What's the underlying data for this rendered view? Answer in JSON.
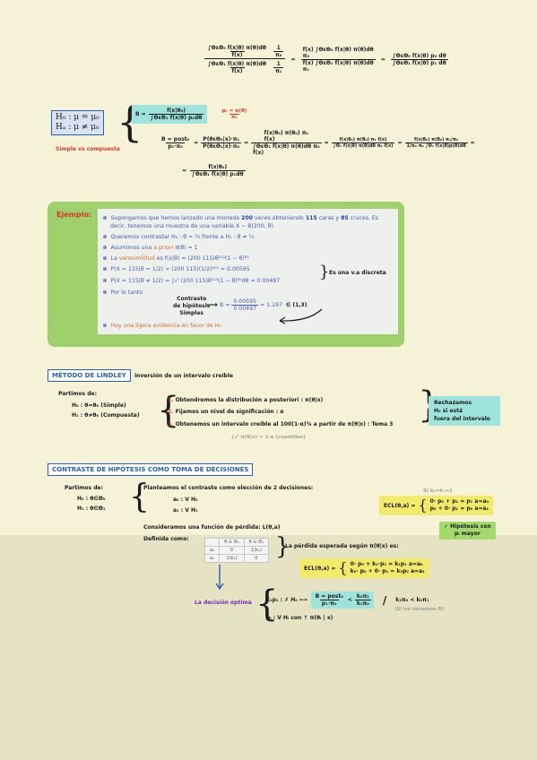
{
  "top": {
    "f1_num": "∫ΘεΘ₀ f(x|θ) π(θ)dθ",
    "f1_den": "f(x)",
    "f1_k_num": "1",
    "f1_k_den": "π₀",
    "f2_num": "∫ΘεΘ₁ f(x|θ) π(θ)dθ",
    "f2_den": "f(x)",
    "f2_k_num": "1",
    "f2_k_den": "π₁",
    "eq1": "=",
    "r1_num": "f(x) ∫ΘεΘ₀ f(x|θ) π(θ)dθ",
    "r1_num2": "π₀",
    "r1_den": "f(x) ∫ΘεΘ₁ f(x|θ) π(θ)dθ",
    "r1_den2": "π₁",
    "eq2": "=",
    "r2_num": "∫ΘεΘ₀ f(x|θ) p₀ dθ",
    "r2_den": "∫ΘεΘ₁ f(x|θ) p₁ dθ"
  },
  "hyp": {
    "h0": "H₀ : μ = μ₀",
    "ha": "Hₐ : μ ≠ μ₀",
    "simple_label": "Simple vs compuesta",
    "b_lhs": "B =",
    "b_num": "f(x|θ₀)",
    "b_den": "∫ΘεΘ₁ f(x|θ) p₁dθ",
    "p1": "p₁ = π(θ)",
    "p1_den": "π₁",
    "b2_lhs": "B = post₀",
    "b2_lhs_den": "p₁·π₀",
    "b2_eq": "=",
    "b2_mid_num": "P(θεΘ₀|x)·π₁",
    "b2_mid_den": "P(θεΘ₁|x)·π₀",
    "b2_frac_num": "f(x|θ₀) π(θ₀) π₁",
    "b2_frac_num_den": "f(x)",
    "b2_frac_den": "∫ΘεΘ₁ f(x|θ) π(θ)dθ π₀",
    "b2_frac_den_den": "f(x)",
    "b2_r_num": "f(x|θ₀) π(θ₀) π₁ f(x)",
    "b2_r_den": "∫Θ₁ f(x|θ) π(θ)dθ π₀ f(x)",
    "b2_rr_num": "f(x|θ₀) π(θ₀) π₁/π₀",
    "b2_rr_den": "1/π₀ π₀ ∫Θ₁ f(x|θ)p(θ)dθ",
    "b3_lhs": "=",
    "b3_num": "f(x|θ₀)",
    "b3_den": "∫ΘεΘ₁ f(x|θ) p₁dθ"
  },
  "example": {
    "title": "Ejemplo:",
    "items": [
      {
        "pre": "Supongamos que hemos lanzado una moneda ",
        "n1": "200",
        "mid": " veces obteniendo ",
        "n2": "115",
        "mid2": " caras y ",
        "n3": "85",
        "post": " cruces. Es"
      },
      {
        "line": "decir, tenemos una muestra de una variable X ~ B(200, θ)."
      },
      {
        "line": "Queremos contrastar H₀ : θ = ½ frente a H₁ : θ ≠ ½"
      },
      {
        "pre": "Asumimos una ",
        "o": "a priori",
        "post": " π(θ) = 1"
      },
      {
        "pre": "La ",
        "o": "verosimilitud",
        "post": " es f(x|θ) = (200 115)θ¹¹⁵(1 − θ)⁸⁵"
      },
      {
        "line": "P(X = 115|θ = 1/2) = (200 115)(1/2)²⁰⁰ ≈ 0.00595"
      },
      {
        "line": "P(X = 115|θ ≠ 1/2) = ∫₀¹ (200 115)θ¹¹⁵(1 − θ)⁸⁵dθ ≈ 0.00497"
      },
      {
        "line": "Por lo tanto"
      },
      {
        "o": "Hay una ligera evidencia en favor de H₀"
      }
    ],
    "es_va": "Es una v.a discreta",
    "contraste": "Contraste",
    "de_hip": "de hipótesis",
    "simples": "Simples",
    "b_res": "B =",
    "b_num": "0.00595",
    "b_den": "0.00497",
    "b_val": "= 1.197",
    "b_range": "∈ (1,3)"
  },
  "lindley": {
    "title": "MÉTODO DE LINDLEY",
    "subtitle": "inversión de un intervalo creíble",
    "partimos": "Partimos de:",
    "h0": "H₀ : θ=θ₀ (Simple)",
    "h1": "H₁ : θ≠θ₀ (Compuesta)",
    "steps": [
      {
        "n": "1.",
        "text": "Obtendremos la distribución a posteriori : π(θ|x)"
      },
      {
        "n": "2.",
        "text": "Fijamos un nivel de significación : α"
      },
      {
        "n": "3.",
        "text": "Obtenemos un intervalo creíble al 100(1-α)% a partir de π(θ|x) : Tema 3"
      }
    ],
    "note": "∫ₐᵇ π(θ|x) = 1-α (cuantiles)",
    "right1": "Rechazamos",
    "right2": "H₀ si está",
    "right3": "fuera del intervalo"
  },
  "decision": {
    "title": "CONTRASTE DE HIPÓTESIS COMO TOMA DE DECISIONES",
    "partimos": "Partimos de:",
    "h0": "H₀ : θ∈Θ₀",
    "h1": "H₁ : θ∈Θ₁",
    "plant": "Planteamos el contraste como elección de 2 decisiones:",
    "a0": "a₀ : V H₀",
    "a1": "a₁ : V H₁",
    "consider": "Consideramos una función de pérdida: L(θ,a)",
    "definida": "Definida como:",
    "table_head": [
      "",
      "θ ∈ Θ₀",
      "θ ∈ Θ₁"
    ],
    "table_rows": [
      [
        "a₀",
        "0",
        "1(k₀)"
      ],
      [
        "a₁",
        "1(k₁)",
        "0"
      ]
    ],
    "perdida": "La pérdida esperada según π(θ|x) es:",
    "si": "Si k₀=k₁=1",
    "ecl_top": "ECL(θ,a) =",
    "ecl_top_r1": "0· p₀ + p₁ = p₁   a=a₀",
    "ecl_top_r2": "p₀ + 0· p₁ = p₀   a=a₁",
    "hip_mayor": "✓ Hipótesis con",
    "hip_mayor2": "pᵢ mayor",
    "ecl_mid": "ECL(θ,a) =",
    "ecl_mid_r1": "0· p₀ + k₁·p₁ = k₁p₁   a=a₀",
    "ecl_mid_r2": "k₀· p₀ + 0· p₁ = k₀p₀   a=a₁",
    "optima": "La decisión óptima",
    "opt_r1_pre": "k₁p₁ : ✗ H₀ ⟷",
    "opt_b": "B = post₀",
    "opt_b_den": "p₁·π₀",
    "opt_lt": "<",
    "opt_k_num": "k₀π₁",
    "opt_k_den": "k₁π₀",
    "opt_slash": "/",
    "opt_rhs": "k₁π₀ < k₀π₁",
    "opt_tenemos": "(Si no tenemos B)",
    "opt_r2": "pᵢ : V Hᵢ con ↑ π(θᵢ | x)"
  }
}
